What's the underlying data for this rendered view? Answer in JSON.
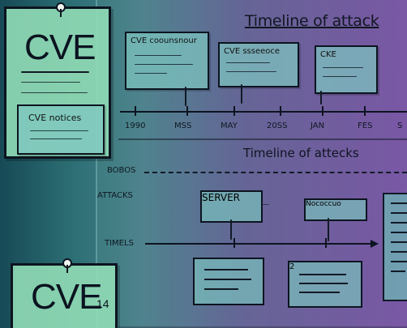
{
  "page": {
    "title": "Timeline of attack",
    "subtitle": "Timeline of attecks"
  },
  "notes": {
    "top_left_big": "CVE",
    "top_left_sub": "CVE notices",
    "bottom_left_big": "CVE",
    "bottom_left_big_suffix": "14"
  },
  "timeline_boxes": {
    "box1": "CVE coounsnour",
    "box2": "CVE ssseeoce",
    "box3": "CKE"
  },
  "timeline_ticks": [
    "1990",
    "MSS",
    "MAY",
    "20SS",
    "JAN",
    "FES",
    "S"
  ],
  "lanes": {
    "top": "BOBOS",
    "mid": "ATTACKS",
    "bottom": "TIMELS"
  },
  "boxes": {
    "server": "SERVER",
    "right": "Nococcuo",
    "q2": "2"
  },
  "colors": {
    "background_left": "#174a56",
    "background_right": "#7a57a5",
    "note_fill": "#91dcb6",
    "ink": "#0d1420"
  }
}
